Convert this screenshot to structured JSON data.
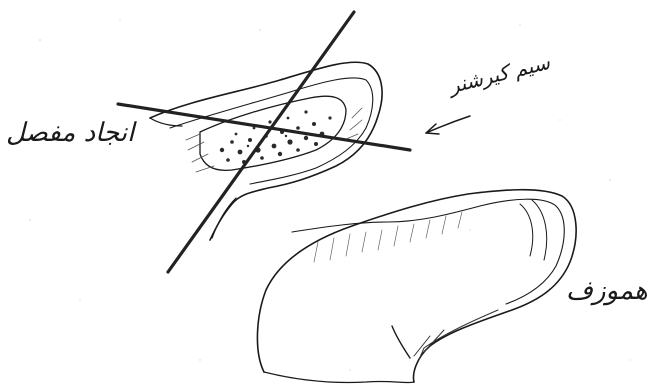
{
  "labels": {
    "left": "انجاد مفصل",
    "top_right": "سیم کیرشنر",
    "bottom_right": "هموزف"
  },
  "colors": {
    "ink": "#1a1a1a",
    "pin": "#222222",
    "background": "#ffffff"
  }
}
